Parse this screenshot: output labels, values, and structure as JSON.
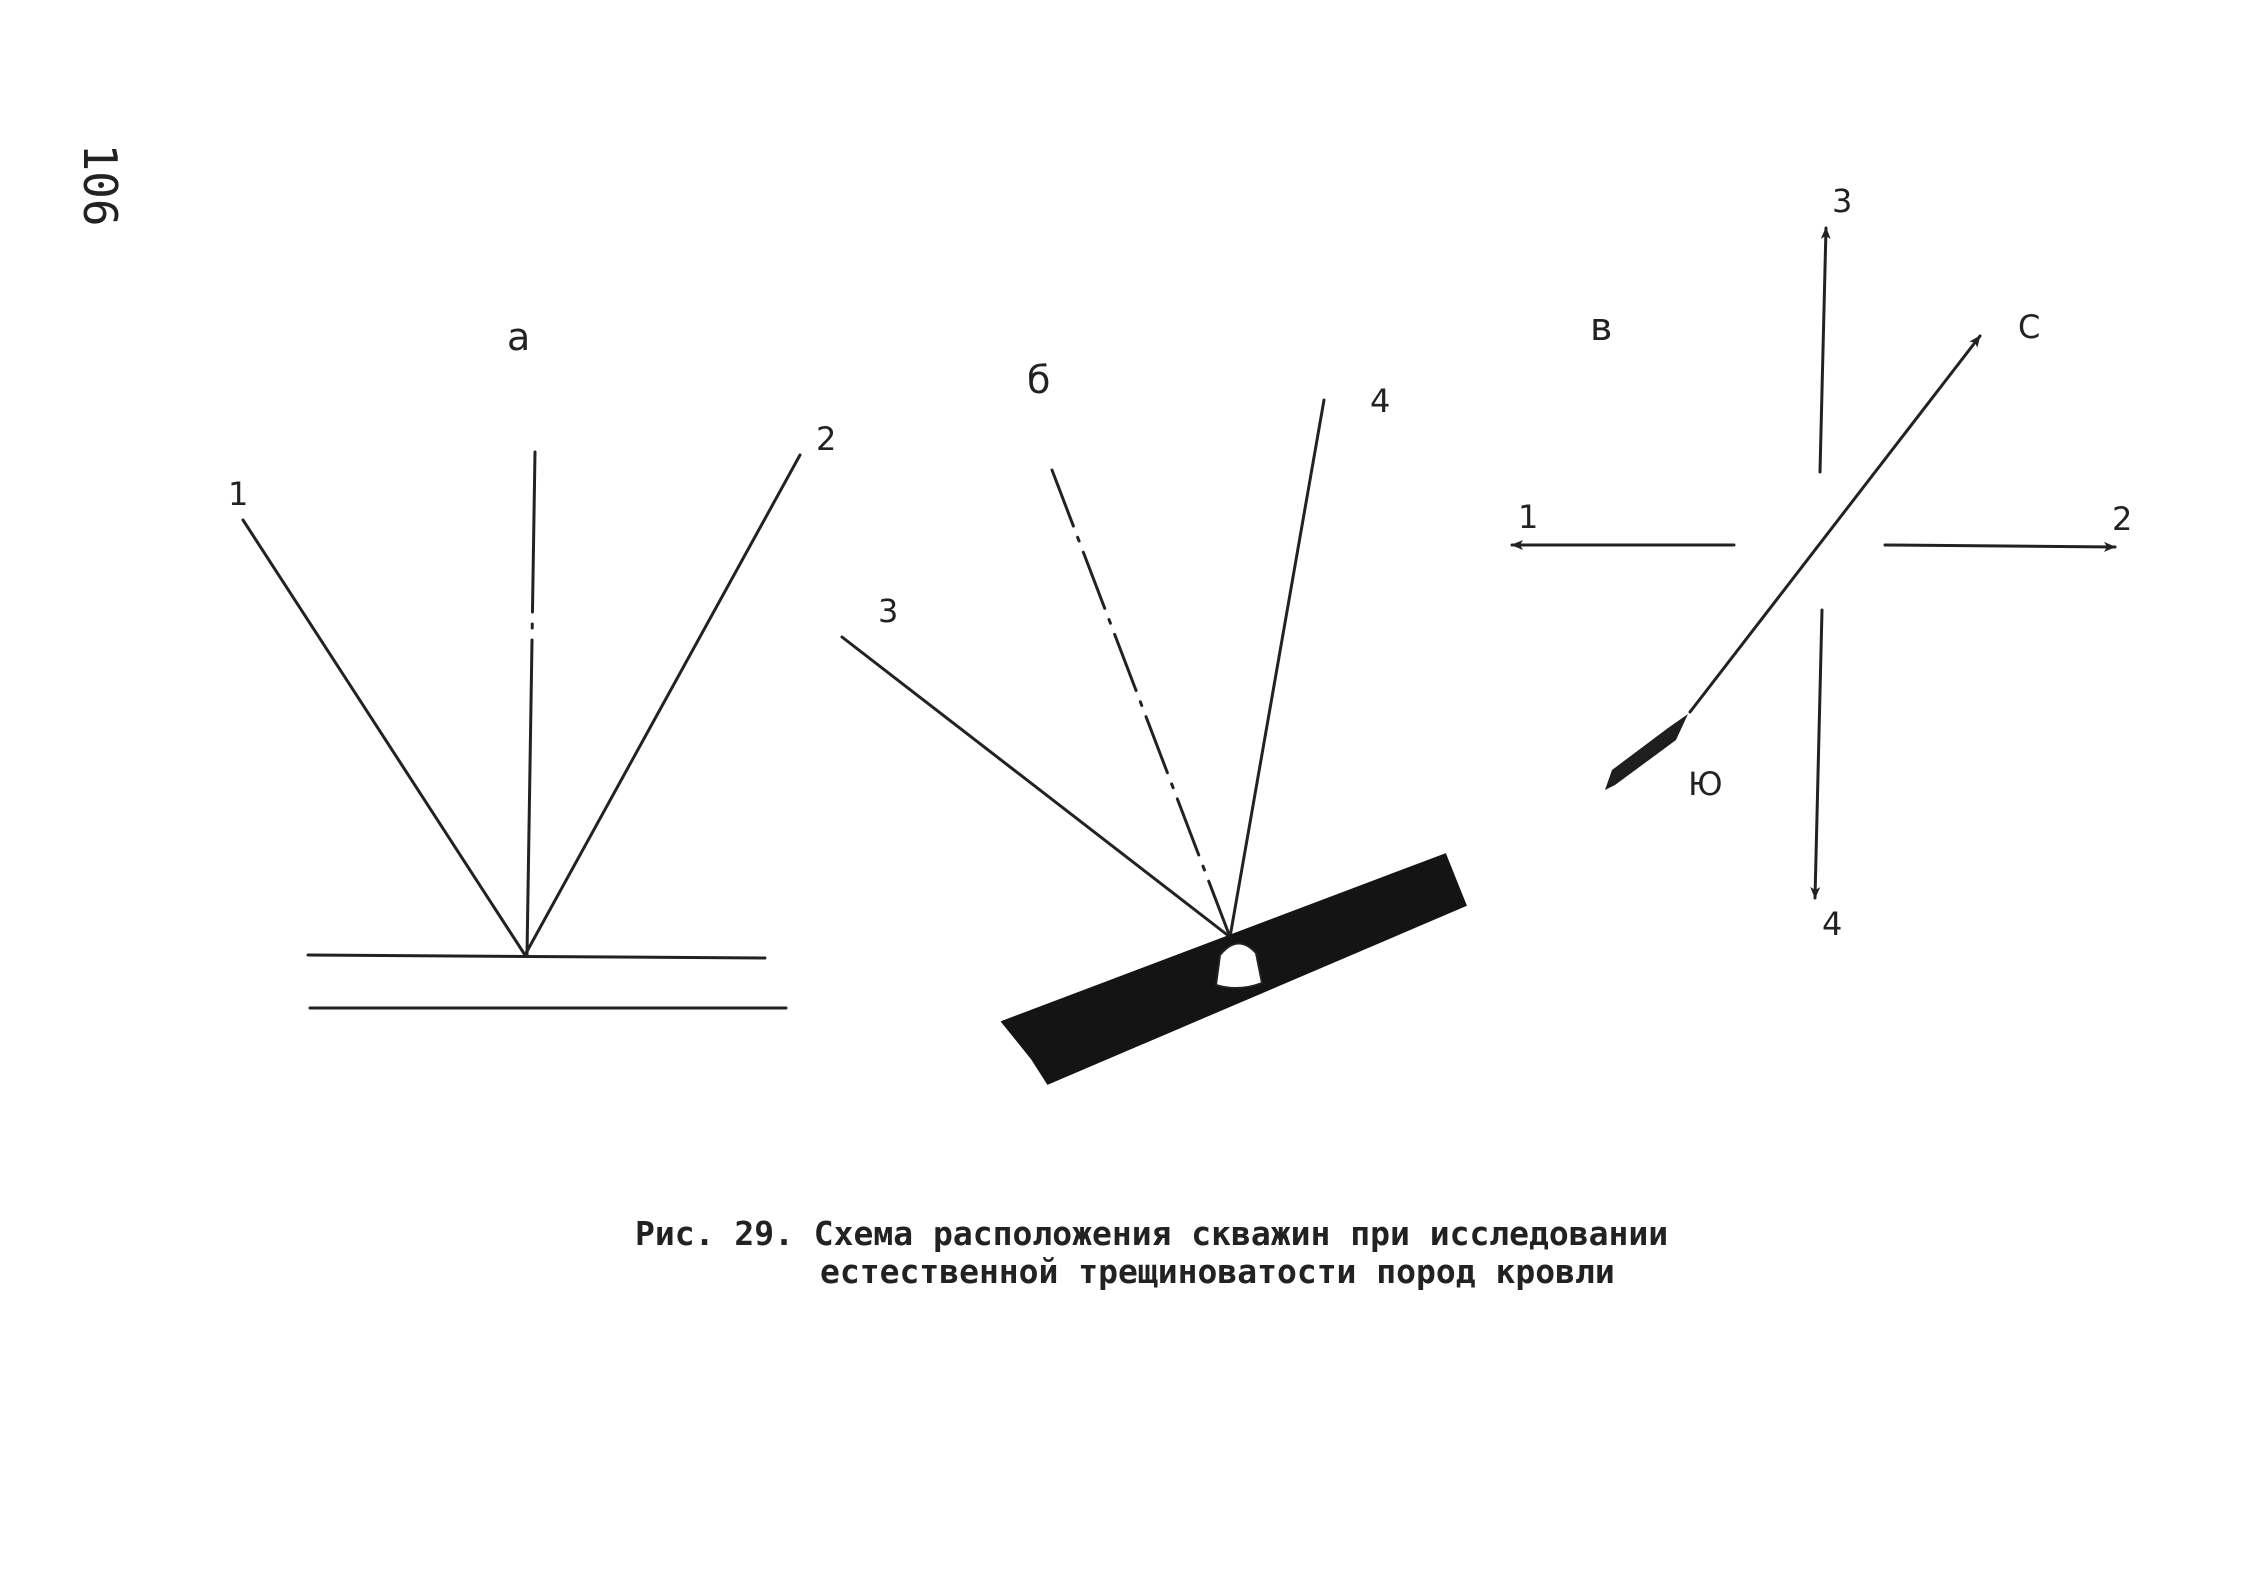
{
  "page_number": "106",
  "diagram_a": {
    "label": "а",
    "borehole_labels": [
      "1",
      "2"
    ]
  },
  "diagram_b": {
    "label": "б",
    "borehole_labels": [
      "3",
      "4"
    ]
  },
  "diagram_v": {
    "label": "в",
    "west_arrow_label": "1",
    "east_arrow_label": "2",
    "north_arrow_label": "3",
    "south_arrow_label": "4",
    "compass_north_label": "С",
    "compass_south_label": "Ю"
  },
  "caption": {
    "line1": "Рис. 29. Схема расположения скважин при исследовании",
    "line2": "естественной трещиноватости пород кровли"
  }
}
